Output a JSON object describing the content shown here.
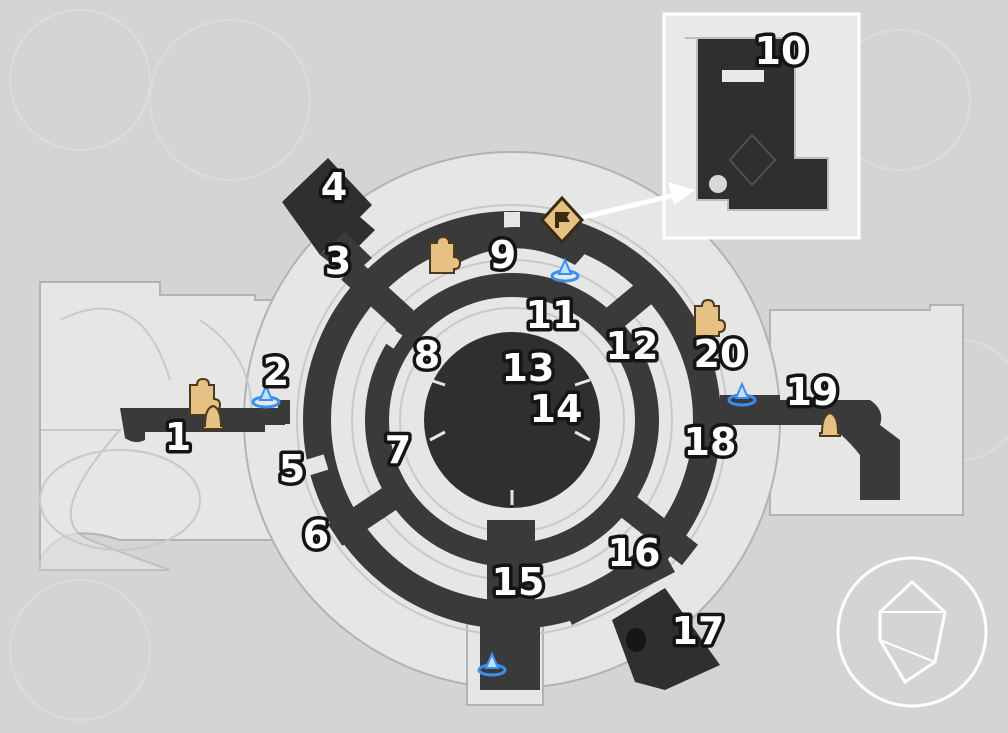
{
  "map": {
    "colors": {
      "background": "#d4d4d4",
      "floor_light": "#e6e6e6",
      "floor_outline": "#b3b3b3",
      "corridor": "#3a3a3a",
      "corridor_dark": "#2c2c2c",
      "puzzle_marker": "#e7c184",
      "teleport_marker": "#3b8ff0",
      "inset_border": "#ffffff"
    },
    "location_labels": [
      "1",
      "2",
      "3",
      "4",
      "5",
      "6",
      "7",
      "8",
      "9",
      "10",
      "11",
      "12",
      "13",
      "14",
      "15",
      "16",
      "17",
      "18",
      "19",
      "20"
    ],
    "marker_types": {
      "puzzle": "puzzle-piece-icon",
      "bell": "bell-icon",
      "teleport": "space-anchor-icon",
      "quest": "quest-marker-icon",
      "compass": "compass-icon"
    },
    "inset": {
      "label": "10",
      "description_icon": "arrow-icon"
    }
  }
}
